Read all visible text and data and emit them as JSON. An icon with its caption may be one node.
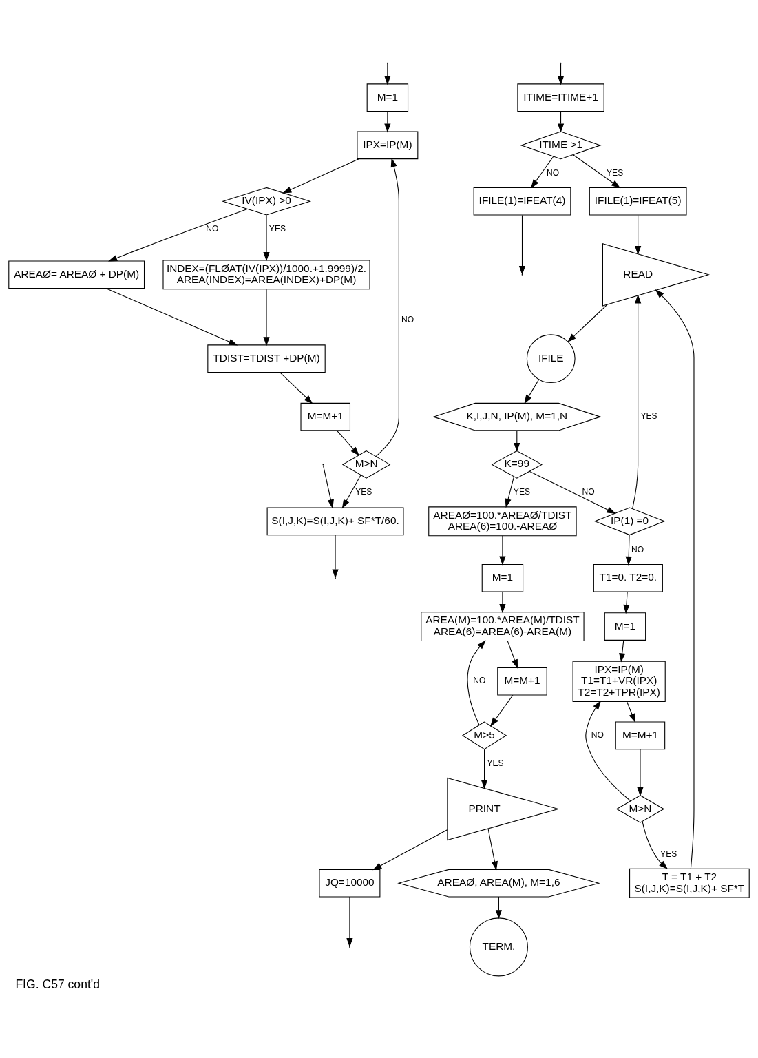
{
  "diagram": {
    "caption": "FIG. C57 cont'd",
    "nodes": [
      {
        "text": [
          "M=1"
        ]
      },
      {
        "text": [
          "IPX=IP(M)"
        ]
      },
      {
        "text": [
          "IV(IPX) >0"
        ]
      },
      {
        "text": [
          "AREAØ= AREAØ + DP(M)"
        ]
      },
      {
        "text": [
          "M>N"
        ]
      },
      {
        "text": [
          "INDEX=(FLØAT(IV(IPX))/1000.+1.9999)/2.",
          "AREA(INDEX)=AREA(INDEX)+DP(M)"
        ]
      },
      {
        "text": [
          "M=M+1"
        ]
      },
      {
        "text": [
          "TDIST=TDIST +DP(M)"
        ]
      },
      {
        "text": [
          "S(I,J,K)=S(I,J,K)+ SF*T/60."
        ]
      },
      {
        "text": [
          "ITIME=ITIME+1"
        ]
      },
      {
        "text": [
          "ITIME >1"
        ]
      },
      {
        "text": [
          "IFILE(1)=IFEAT(4)"
        ]
      },
      {
        "text": [
          "IFILE(1)=IFEAT(5)"
        ]
      },
      {
        "text": [
          "READ"
        ]
      },
      {
        "text": [
          "IFILE"
        ]
      },
      {
        "text": [
          "K,I,J,N, IP(M), M=1,N"
        ]
      },
      {
        "text": [
          "K=99"
        ]
      },
      {
        "text": [
          "IP(1) =0"
        ]
      },
      {
        "text": [
          "T1=0. T2=0."
        ]
      },
      {
        "text": [
          "M=1"
        ]
      },
      {
        "text": [
          "IPX=IP(M)",
          "T1=T1+VR(IPX)",
          "T2=T2+TPR(IPX)"
        ]
      },
      {
        "text": [
          "M=M+1"
        ]
      },
      {
        "text": [
          "M>N"
        ]
      },
      {
        "text": [
          "T = T1 + T2",
          "S(I,J,K)=S(I,J,K)+ SF*T"
        ]
      },
      {
        "text": [
          "AREAØ=100.*AREAØ/TDIST",
          "AREA(6)=100.-AREAØ"
        ]
      },
      {
        "text": [
          "M=1"
        ]
      },
      {
        "text": [
          "AREA(M)=100.*AREA(M)/TDIST",
          "AREA(6)=AREA(6)-AREA(M)"
        ]
      },
      {
        "text": [
          "M=M+1"
        ]
      },
      {
        "text": [
          "M>5"
        ]
      },
      {
        "text": [
          "PRINT"
        ]
      },
      {
        "text": [
          "AREAØ, AREA(M), M=1,6"
        ]
      },
      {
        "text": [
          "TERM."
        ]
      },
      {
        "text": [
          "JQ=10000"
        ]
      }
    ],
    "edges": [
      {
        "from": null,
        "to": 0,
        "arrow": "to"
      },
      {
        "from": 0,
        "to": 1,
        "arrow": "to"
      },
      {
        "from": 1,
        "to": 2,
        "arrow": "to"
      },
      {
        "from": 2,
        "to": 3,
        "arrow": "to",
        "label": "NO"
      },
      {
        "from": 2,
        "to": 5,
        "arrow": "to",
        "label": "YES"
      },
      {
        "from": 5,
        "to": 7,
        "arrow": "to"
      },
      {
        "from": 3,
        "to": 7,
        "arrow": "to"
      },
      {
        "from": 7,
        "to": 6,
        "arrow": "to"
      },
      {
        "from": 6,
        "to": 4,
        "arrow": "to"
      },
      {
        "from": 4,
        "to": 1,
        "arrow": "to",
        "label": "NO"
      },
      {
        "from": 4,
        "to": 8,
        "arrow": "to",
        "label": "YES"
      },
      {
        "from": null,
        "to": 8,
        "arrow": "to"
      },
      {
        "from": 8,
        "to": null,
        "arrow": "to"
      },
      {
        "from": null,
        "to": 9,
        "arrow": "to"
      },
      {
        "from": 9,
        "to": 10,
        "arrow": "to"
      },
      {
        "from": 10,
        "to": 11,
        "arrow": "to",
        "label": "NO"
      },
      {
        "from": 10,
        "to": 12,
        "arrow": "to",
        "label": "YES"
      },
      {
        "from": 11,
        "to": null,
        "arrow": "to"
      },
      {
        "from": 12,
        "to": 13,
        "arrow": "to"
      },
      {
        "from": 13,
        "to": 14,
        "arrow": "to"
      },
      {
        "from": 14,
        "to": 15,
        "arrow": "to"
      },
      {
        "from": 15,
        "to": 16,
        "arrow": "to"
      },
      {
        "from": 16,
        "to": 24,
        "arrow": "to",
        "label": "YES"
      },
      {
        "from": 16,
        "to": 17,
        "arrow": "to",
        "label": "NO"
      },
      {
        "from": 17,
        "to": 18,
        "arrow": "to",
        "label": "NO"
      },
      {
        "from": 17,
        "to": 13,
        "arrow": "to",
        "label": "YES"
      },
      {
        "from": 18,
        "to": 19,
        "arrow": "to"
      },
      {
        "from": 19,
        "to": 20,
        "arrow": "to"
      },
      {
        "from": 20,
        "to": 21,
        "arrow": "to"
      },
      {
        "from": 21,
        "to": 22,
        "arrow": "to"
      },
      {
        "from": 22,
        "to": 20,
        "arrow": "to",
        "label": "NO"
      },
      {
        "from": 22,
        "to": 23,
        "arrow": "to",
        "label": "YES"
      },
      {
        "from": 23,
        "to": 13,
        "arrow": "to"
      },
      {
        "from": 24,
        "to": 25,
        "arrow": "to"
      },
      {
        "from": 25,
        "to": 26,
        "arrow": "to"
      },
      {
        "from": 26,
        "to": 27,
        "arrow": "to"
      },
      {
        "from": 27,
        "to": 28,
        "arrow": "to"
      },
      {
        "from": 28,
        "to": 26,
        "arrow": "to",
        "label": "NO"
      },
      {
        "from": 28,
        "to": 29,
        "arrow": "to",
        "label": "YES"
      },
      {
        "from": 29,
        "to": 30,
        "arrow": "to"
      },
      {
        "from": 30,
        "to": 31,
        "arrow": "to"
      },
      {
        "from": 29,
        "to": 32,
        "arrow": "to"
      },
      {
        "from": 32,
        "to": null,
        "arrow": "to"
      }
    ]
  }
}
